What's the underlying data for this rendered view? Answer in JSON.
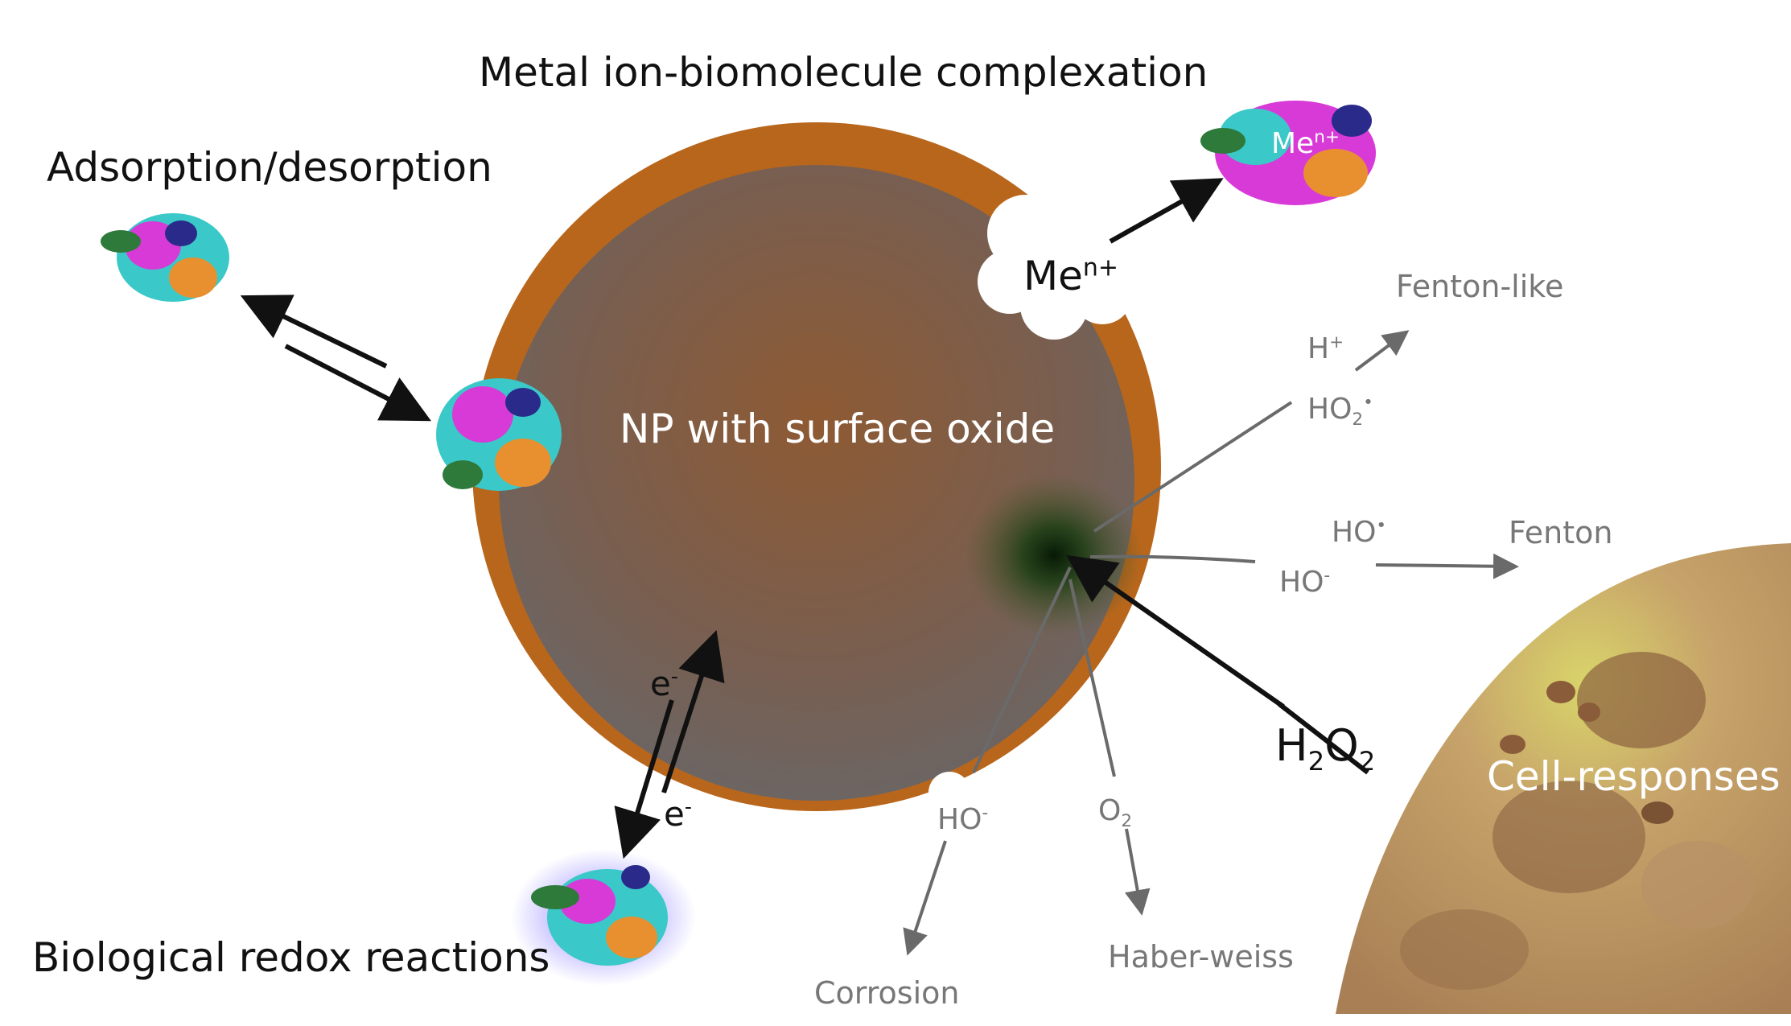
{
  "labels": {
    "metal_complexation": "Metal ion-biomolecule complexation",
    "adsorption": "Adsorption/desorption",
    "np": "NP with surface oxide",
    "redox": "Biological redox reactions",
    "fenton_like": "Fenton-like",
    "fenton": "Fenton",
    "cell": "Cell-responses",
    "corrosion": "Corrosion",
    "haber": "Haber-weiss"
  },
  "species": {
    "me_base": "Me",
    "me_charge": "n+",
    "me_protein_base": "Me",
    "me_protein_charge": "n+",
    "h_plus_base": "H",
    "h_plus_charge": "+",
    "ho2_base": "HO",
    "ho2_sub": "2",
    "ho2_sup": "•",
    "ho_rad_base": "HO",
    "ho_rad_sup": "•",
    "ho_minus_base": "HO",
    "ho_minus_sup": "-",
    "ho_minus2_base": "HO",
    "ho_minus2_sup": "-",
    "o2_base": "O",
    "o2_sub": "2",
    "h2o2_a": "H",
    "h2o2_sub1": "2",
    "h2o2_b": "O",
    "h2o2_sub2": "2",
    "e1_base": "e",
    "e1_sup": "-",
    "e2_base": "e",
    "e2_sup": "-"
  },
  "colors": {
    "shell": "#b8661c",
    "core_center": "#8a5a35",
    "core_edge": "#6e6462",
    "hotspot": "#0f2a0c",
    "gray_arrow": "#6a6a6a",
    "black_arrow": "#111111",
    "cell": "#c9a06a"
  }
}
